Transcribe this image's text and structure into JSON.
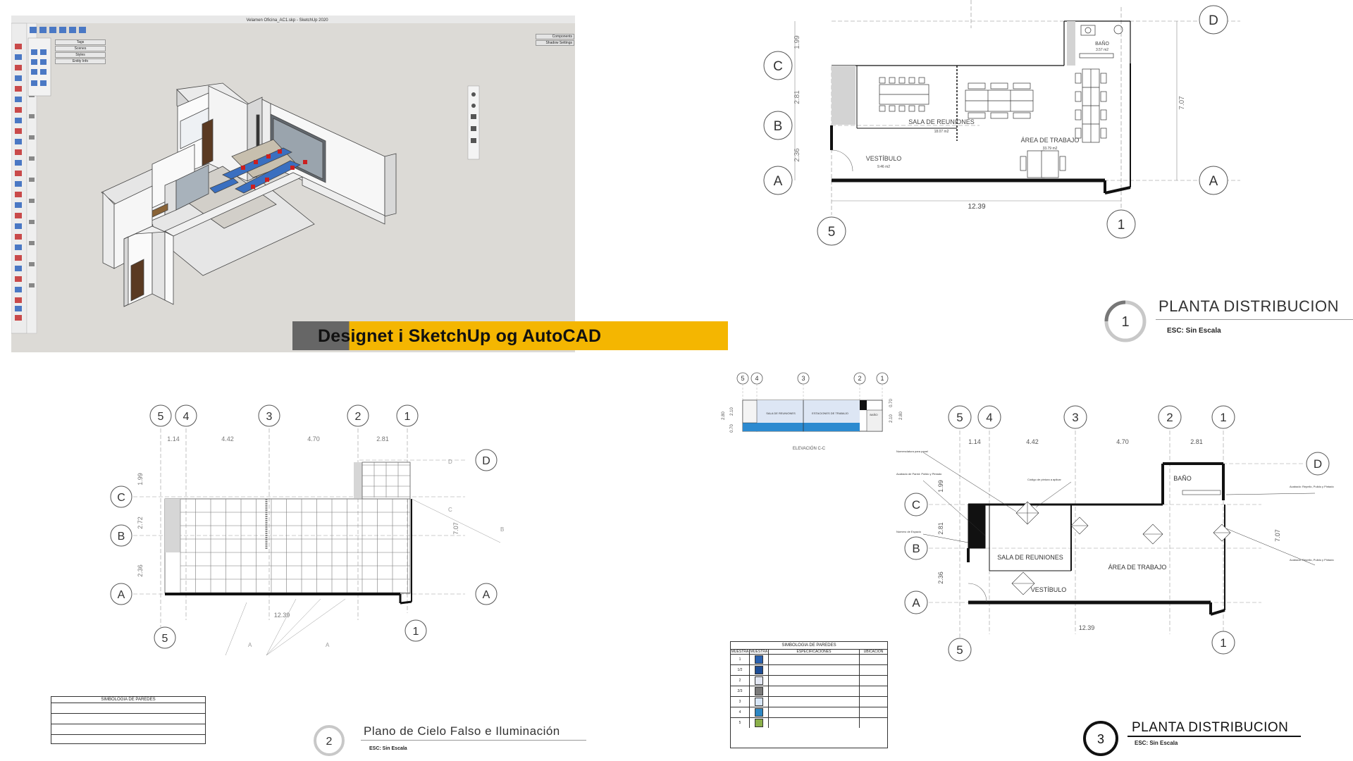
{
  "sketchup": {
    "window_title": "Velamen Oficina_AC1.skp - SketchUp 2020",
    "tray_items": [
      "Tags",
      "Scenes",
      "Styles",
      "Entity Info"
    ],
    "right_panel_items": [
      "Components",
      "Shadow Settings"
    ]
  },
  "banner": {
    "text": "Designet i SketchUp og AutoCAD"
  },
  "plan1": {
    "grid_rows": [
      "D",
      "C",
      "B",
      "A"
    ],
    "grid_cols": [
      "5",
      "1"
    ],
    "rooms": {
      "bano": "BAÑO",
      "bano_area": "3.57 m2",
      "sala": "SALA DE REUNIONES",
      "sala_area": "18.07 m2",
      "area_trabajo": "ÁREA DE TRABAJO",
      "area_trabajo_area": "33.79 m2",
      "vestibulo": "VESTÍBULO",
      "vestibulo_area": "9.46 m2"
    },
    "dims": {
      "d1": "1.99",
      "d2": "2.81",
      "d3": "2.36",
      "total": "12.39",
      "height": "7.07"
    },
    "title": "PLANTA DISTRIBUCION",
    "number": "1",
    "scale": "ESC: Sin Escala"
  },
  "plan2": {
    "cols": [
      "5",
      "4",
      "3",
      "2",
      "1"
    ],
    "col_dims": [
      "1.14",
      "4.42",
      "4.70",
      "2.81"
    ],
    "rows": [
      "D",
      "C",
      "B",
      "A"
    ],
    "row_dims": [
      "1.99",
      "2.72",
      "2.36"
    ],
    "total": "12.39",
    "height": "7.07",
    "section_labels": [
      "D",
      "C",
      "B",
      "A",
      "A"
    ],
    "title": "Plano de Cielo Falso e Iluminación",
    "number": "2",
    "scale": "ESC: Sin Escala",
    "legend_title": "SIMBOLOGIA DE PAREDES"
  },
  "elevation": {
    "cols": [
      "5",
      "4",
      "3",
      "2",
      "1"
    ],
    "dims_left": [
      "2.80",
      "2.10",
      "0.70"
    ],
    "dims_right": [
      "0.70",
      "2.10",
      "2.80"
    ],
    "labels": [
      "SALA DE REUNIONES",
      "ESTACIONES DE TRABAJO",
      "BAÑO"
    ],
    "title": "ELEVACIÓN C-C"
  },
  "plan3": {
    "cols": [
      "5",
      "4",
      "3",
      "2",
      "1"
    ],
    "col_dims": [
      "1.14",
      "4.42",
      "4.70",
      "2.81"
    ],
    "rows": [
      "D",
      "C",
      "B",
      "A"
    ],
    "row_dims": [
      "1.99",
      "2.81",
      "2.36"
    ],
    "total": "12.39",
    "height": "7.07",
    "rooms": {
      "bano": "BAÑO",
      "sala": "SALA DE REUNIONES",
      "area_trabajo": "ÁREA DE TRABAJO",
      "vestibulo": "VESTÍBULO"
    },
    "notes": [
      "Nomenclatura para panel",
      "Acabado de Pared: Pulido y Pintado",
      "Código de pintura a aplicar",
      "Número de Espacio",
      "Acabado: Repello, Pulido y Pintado",
      "Acabado: Repello, Pulido y Pintado"
    ],
    "title": "PLANTA DISTRIBUCION",
    "number": "3",
    "scale": "ESC: Sin Escala"
  },
  "wall_legend": {
    "title": "SIMBOLOGIA DE PAREDES",
    "headers": [
      "MUESTRA",
      "MUESTRA",
      "ESPECIFICACIONES",
      "UBICACIÓN"
    ],
    "rows": [
      {
        "id": "1",
        "color": "#2a62b0"
      },
      {
        "id": "1/2",
        "color": "#1e4e96"
      },
      {
        "id": "2",
        "color": "#e4e8f4"
      },
      {
        "id": "2/3",
        "color": "#7a7a7a"
      },
      {
        "id": "3",
        "color": "#d8e6f6"
      },
      {
        "id": "4",
        "color": "#2e88c4"
      },
      {
        "id": "5",
        "color": "#8bb04a"
      }
    ]
  }
}
